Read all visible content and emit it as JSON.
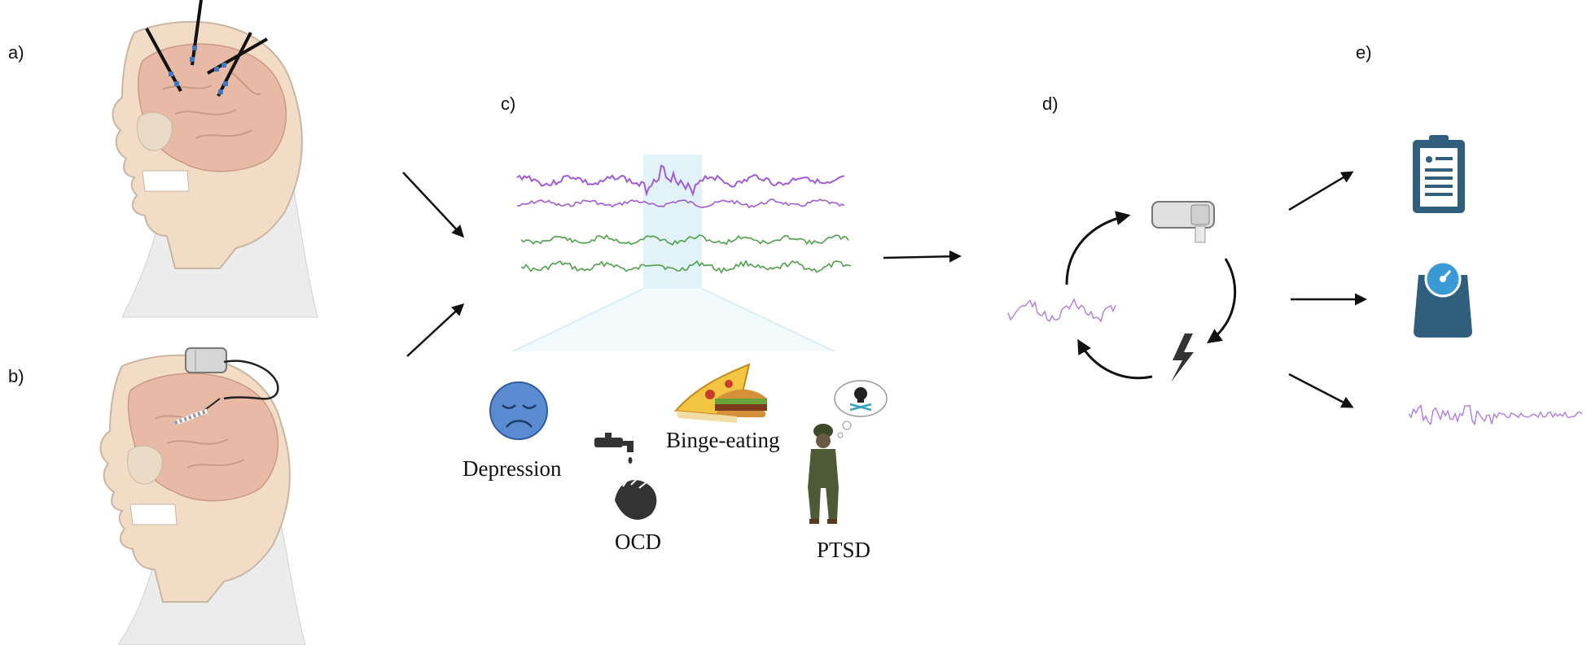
{
  "panels": {
    "a": "a)",
    "b": "b)",
    "c": "c)",
    "d": "d)",
    "e": "e)"
  },
  "conditions": {
    "depression": "Depression",
    "ocd": "OCD",
    "binge": "Binge-eating",
    "ptsd": "PTSD"
  },
  "colors": {
    "skin": "#f2dcc6",
    "brain": "#e8b9a4",
    "purple_signal": "#a25bd6",
    "green_signal": "#4fa04a",
    "highlight": "#d7eef6",
    "dark_blue_icon": "#2f5f7d",
    "arrow": "#111111"
  },
  "icons": {
    "panel_a": "head-with-depth-electrodes-icon",
    "panel_b": "head-with-implanted-stimulator-icon",
    "depression": "sad-face-icon",
    "ocd": "faucet-handwashing-icon",
    "binge": "pizza-burger-icon",
    "ptsd": "soldier-skull-thought-icon",
    "stimulator": "neurostimulator-device-icon",
    "shock": "lightning-icon",
    "clipboard": "clipboard-icon",
    "scale": "weight-scale-icon"
  }
}
